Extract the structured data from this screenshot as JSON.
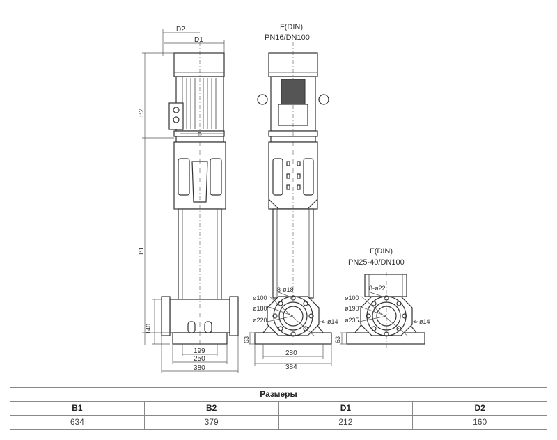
{
  "drawing": {
    "labels": {
      "d2": "D2",
      "d1": "D1",
      "b2": "B2",
      "b1": "B1",
      "d": "D",
      "h140": "140",
      "w199": "199",
      "w250": "250",
      "w380": "380",
      "h63_left": "63",
      "w280": "280",
      "w384": "384",
      "h63_right": "63"
    },
    "front_flange_title": "F(DIN)",
    "front_flange_spec": "PN16/DN100",
    "right_flange_title": "F(DIN)",
    "right_flange_spec": "PN25-40/DN100",
    "flange_pn16": {
      "bolts": "8-ø18",
      "d100": "ø100",
      "d180": "ø180",
      "d220": "ø220",
      "feet": "4-ø14"
    },
    "flange_pn25": {
      "bolts": "8-ø22",
      "d100": "ø100",
      "d190": "ø190",
      "d235": "ø235",
      "feet": "4-ø14"
    }
  },
  "table": {
    "title": "Размеры",
    "headers": [
      "B1",
      "B2",
      "D1",
      "D2"
    ],
    "values": [
      "634",
      "379",
      "212",
      "160"
    ]
  }
}
